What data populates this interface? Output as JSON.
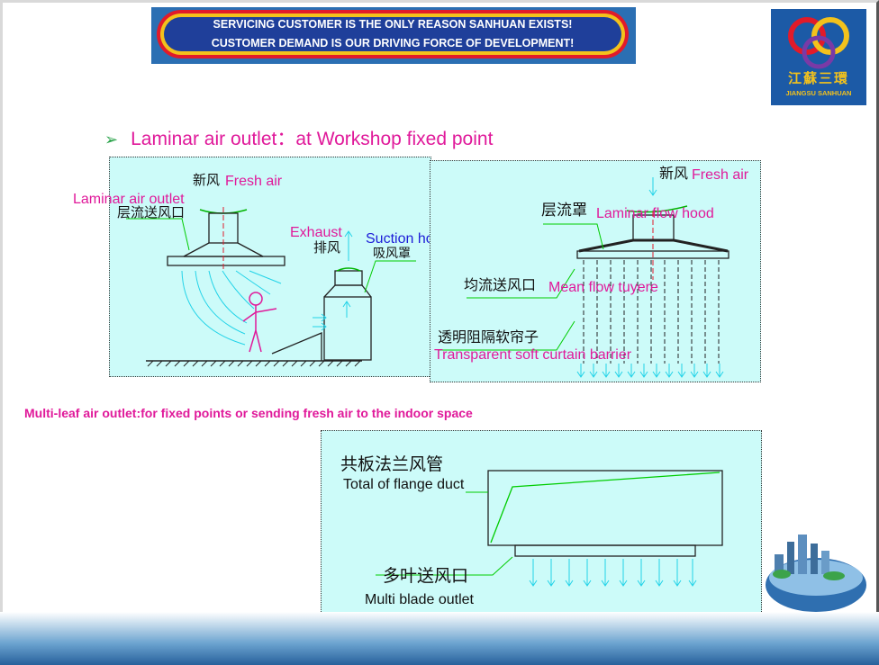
{
  "slogan": {
    "line1": "SERVICING CUSTOMER IS THE ONLY REASON  SANHUAN EXISTS!",
    "line2": "CUSTOMER DEMAND IS OUR DRIVING FORCE OF DEVELOPMENT!"
  },
  "logo": {
    "cn": "江蘇三環",
    "en": "JIANGSU SANHUAN"
  },
  "bullet": {
    "arrow": "➢",
    "text": "Laminar air outlet：at Workshop fixed point"
  },
  "diagram1": {
    "fresh_air_cn": "新风",
    "fresh_air_en": "Fresh air",
    "laminar_outlet_en": "Laminar air outlet",
    "laminar_outlet_cn": "层流送风口",
    "exhaust_en": "Exhaust",
    "exhaust_cn": "排风",
    "suction_hood_en": "Suction hood",
    "suction_hood_cn": "吸风罩"
  },
  "diagram2": {
    "fresh_air_cn": "新风",
    "fresh_air_en": "Fresh air",
    "hood_cn": "层流罩",
    "hood_en": "Laminar flow hood",
    "mean_flow_cn": "均流送风口",
    "mean_flow_en": "Mean flow tuyere",
    "curtain_cn": "透明阻隔软帘子",
    "curtain_en": "Transparent soft curtain barrier"
  },
  "multi_leaf": {
    "title": "Multi-leaf air outlet:for fixed points or sending fresh air to the indoor space"
  },
  "diagram3": {
    "duct_cn": "共板法兰风管",
    "duct_en": "Total of flange duct",
    "outlet_cn": "多叶送风口",
    "outlet_en": "Multi blade outlet"
  },
  "colors": {
    "accent": "#e0199a",
    "panel": "#ccfbf9",
    "flow": "#22d3e8",
    "lead": "#00cc00"
  }
}
